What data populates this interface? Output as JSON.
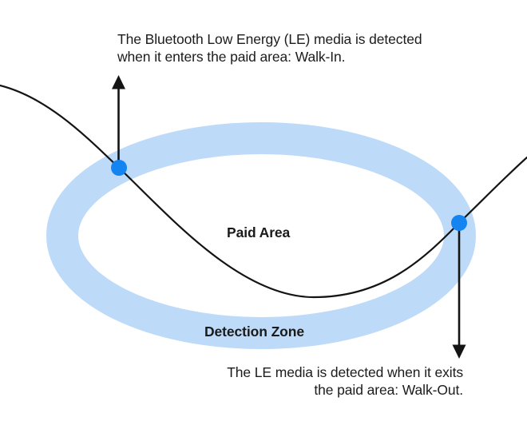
{
  "diagram": {
    "title": "BLE walk-in / walk-out detection diagram",
    "colors": {
      "background": "#ffffff",
      "ring": "#bddbf8",
      "dot": "#1485f0",
      "line": "#141414",
      "text": "#1c1c1c"
    },
    "labels": {
      "paid_area": "Paid Area",
      "detection_zone": "Detection Zone"
    },
    "annotations": {
      "walk_in": {
        "line1": "The Bluetooth Low Energy (LE) media is detected",
        "line2": "when it enters the paid area: Walk-In."
      },
      "walk_out": {
        "line1": "The LE media is detected when it exits",
        "line2": "the paid area: Walk-Out."
      }
    },
    "icons": {
      "walk_in_arrow": "arrow-up",
      "walk_out_arrow": "arrow-down"
    }
  }
}
